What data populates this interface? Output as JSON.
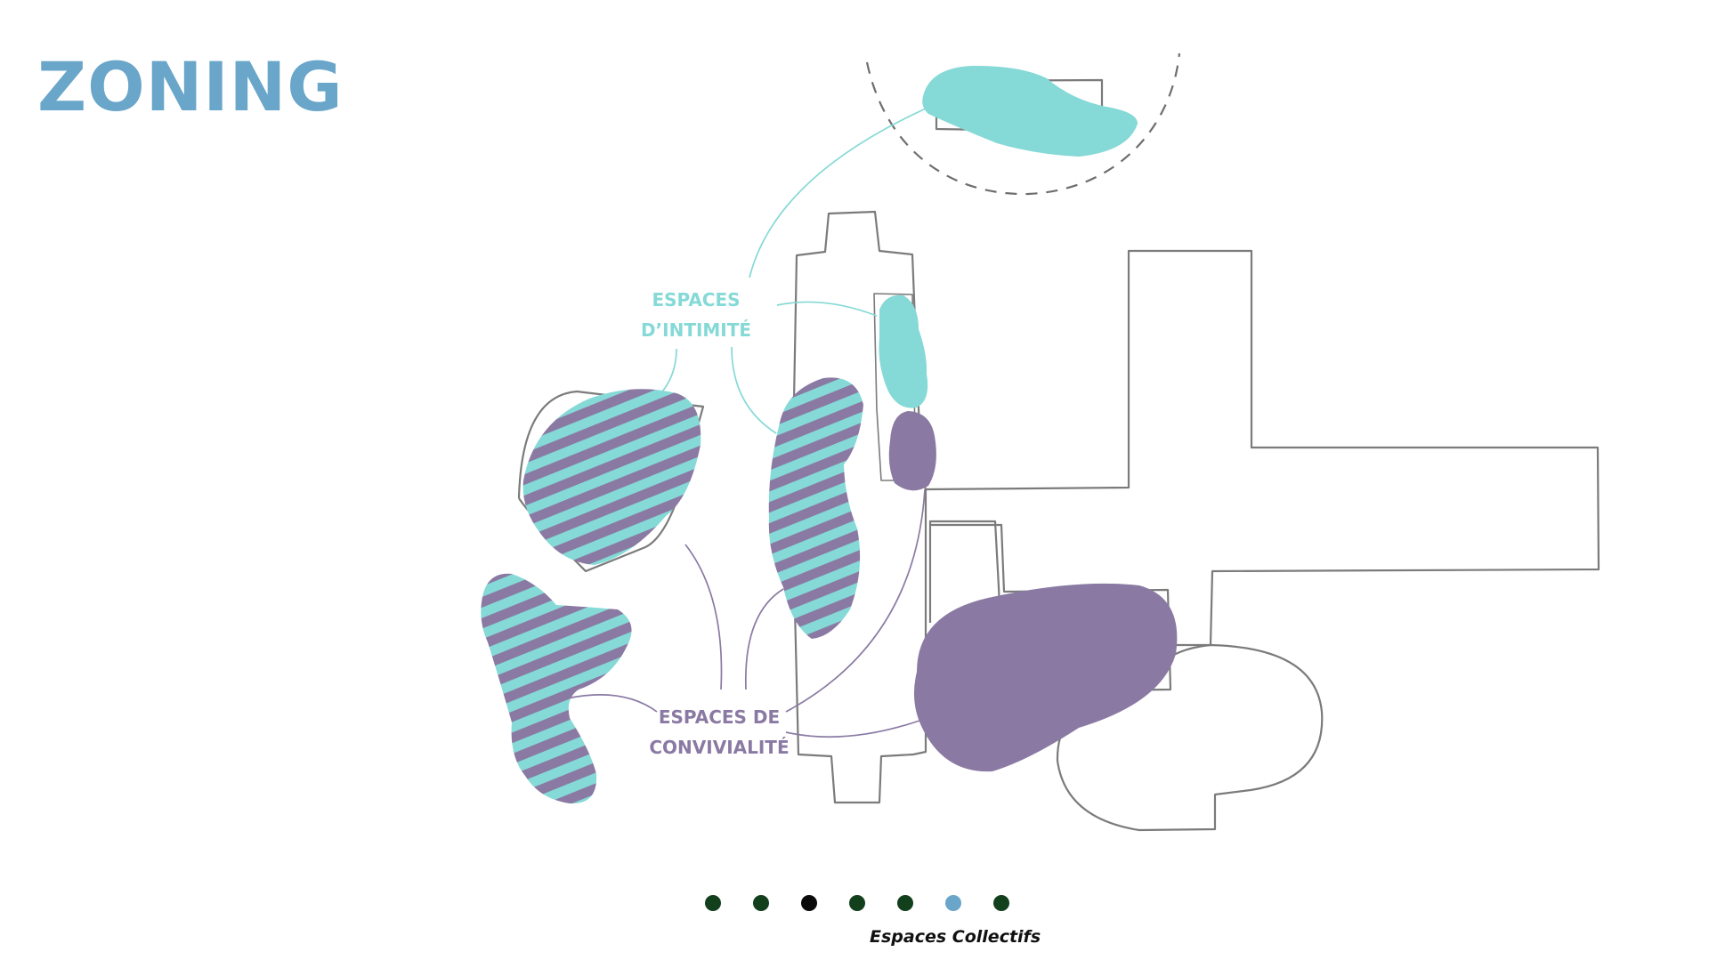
{
  "title": "ZONING",
  "colors": {
    "title": "#69a6c9",
    "intimacy": "#85d9d6",
    "conviviality": "#8a7aa3",
    "outline": "#7b7b7b",
    "dashed_circle": "#6e6e6e"
  },
  "labels": {
    "intimacy_line1": "ESPACES",
    "intimacy_line2": "D’INTIMITÉ",
    "conviviality_line1": "ESPACES DE",
    "conviviality_line2": "CONVIVIALITÉ"
  },
  "pagination": {
    "dots": [
      "#12401c",
      "#12401c",
      "#0a0a0a",
      "#12401c",
      "#12401c",
      "#69a6c9",
      "#12401c"
    ],
    "current_index": 5
  },
  "caption": "Espaces Collectifs"
}
